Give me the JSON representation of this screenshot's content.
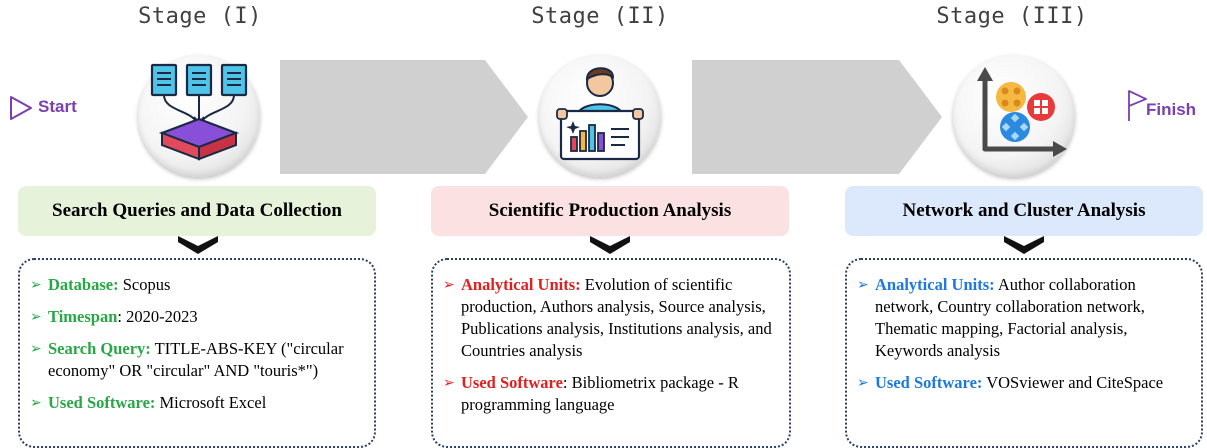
{
  "start_label": "Start",
  "finish_label": "Finish",
  "colors": {
    "green": "#28a745",
    "red": "#e02020",
    "blue": "#1e78e0",
    "purple": "#7a3fb0",
    "header_green": "#e6f2d9",
    "header_red": "#fbe1e1",
    "header_blue": "#dce8fb",
    "arrow_gray": "#d0d0d0",
    "border": "#2c3f66"
  },
  "stages": [
    {
      "title": "Stage (I)",
      "icon": "document-merge-icon",
      "header": "Search Queries and Data Collection",
      "items": [
        {
          "label": "Database:",
          "text": "Scopus"
        },
        {
          "label": "Timespan",
          "text": ": 2020-2023"
        },
        {
          "label": "Search Query:",
          "text": "TITLE-ABS-KEY (\"circular economy\" OR \"circular\" AND \"touris*\")"
        },
        {
          "label": "Used Software:",
          "text": "Microsoft Excel"
        }
      ]
    },
    {
      "title": "Stage (II)",
      "icon": "presenter-chart-icon",
      "header": "Scientific Production Analysis",
      "items": [
        {
          "label": "Analytical Units:",
          "text": "Evolution of scientific production, Authors analysis, Source analysis, Publications analysis, Institutions analysis, and Countries analysis"
        },
        {
          "label": "Used Software",
          "text": ": Bibliometrix package - R programming language"
        }
      ]
    },
    {
      "title": "Stage (III)",
      "icon": "cluster-scatter-icon",
      "header": "Network and Cluster Analysis",
      "items": [
        {
          "label": "Analytical Units:",
          "text": "Author collaboration network, Country collaboration network, Thematic mapping, Factorial analysis, Keywords analysis"
        },
        {
          "label": "Used Software:",
          "text": "VOSviewer and CiteSpace"
        }
      ]
    }
  ]
}
